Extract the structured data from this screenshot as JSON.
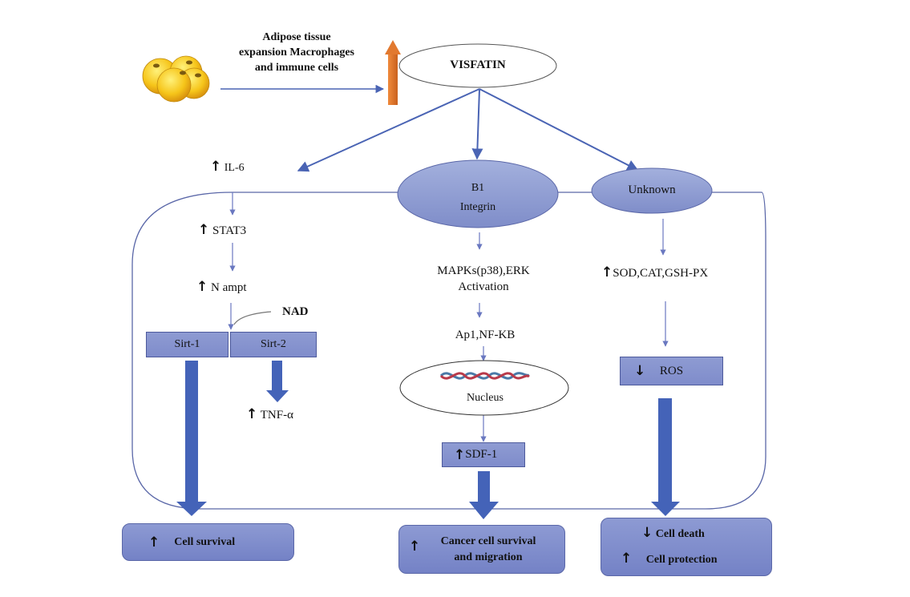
{
  "title": "Visfatin signaling pathways",
  "source": {
    "icon": "adipocyte-cluster-icon",
    "label": "Adipose tissue expansion Macrophages and immune cells",
    "label_lines": [
      "Adipose tissue",
      "expansion Macrophages",
      "and immune cells"
    ]
  },
  "hub": {
    "label": "VISFATIN",
    "indicator": "increase"
  },
  "receptors": {
    "integrin": {
      "line1": "B1",
      "line2": "Integrin"
    },
    "unknown": {
      "label": "Unknown"
    }
  },
  "left_pathway": {
    "il6": {
      "label": "IL-6",
      "direction": "up"
    },
    "stat3": {
      "label": "STAT3",
      "direction": "up"
    },
    "nampt": {
      "label": "N ampt",
      "direction": "up"
    },
    "nad": {
      "label": "NAD"
    },
    "sirt1": {
      "label": "Sirt-1"
    },
    "sirt2": {
      "label": "Sirt-2"
    },
    "tnf": {
      "label": "TNF-α",
      "direction": "up"
    },
    "outcome": {
      "label": "Cell survival",
      "direction": "up"
    }
  },
  "middle_pathway": {
    "mapk": {
      "line1": "MAPKs(p38),ERK",
      "line2": "Activation"
    },
    "ap1": {
      "label": "Ap1,NF-KB"
    },
    "nucleus": {
      "label": "Nucleus",
      "icon": "dna-helix-icon"
    },
    "sdf1": {
      "label": "SDF-1",
      "direction": "up"
    },
    "outcome": {
      "line1": "Cancer cell survival",
      "line2": "and migration",
      "direction": "up"
    }
  },
  "right_pathway": {
    "enzymes": {
      "label": "SOD,CAT,GSH-PX",
      "direction": "up"
    },
    "ros": {
      "label": "ROS",
      "direction": "down"
    },
    "outcome": {
      "line1": "Cell death",
      "line1_direction": "down",
      "line2": "Cell protection",
      "line2_direction": "up"
    }
  },
  "colors": {
    "arrow_blue": "#4a64b4",
    "box_fill": "#8592cd",
    "ellipse_fill": "#8a99d0",
    "orange_arrow": "#e2792f",
    "cell_border": "#5a67a8"
  }
}
